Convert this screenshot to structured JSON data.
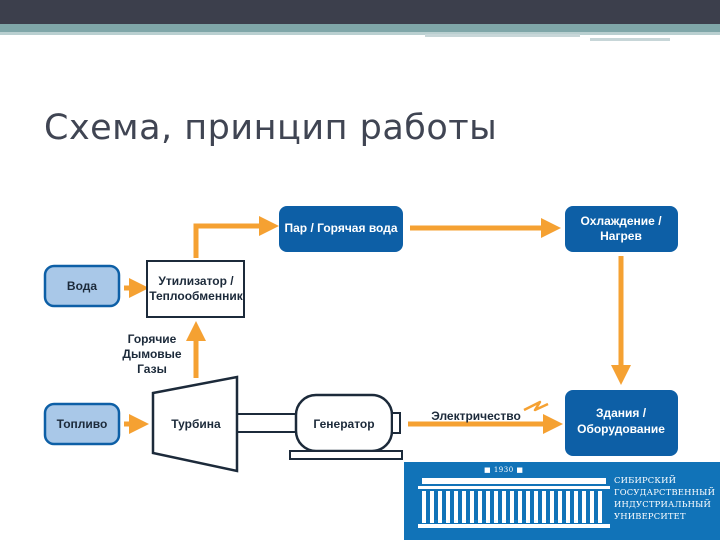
{
  "slide": {
    "title": "Схема, принцип работы"
  },
  "diagram": {
    "nodes": {
      "voda": "Вода",
      "utilizator_line1": "Утилизатор /",
      "utilizator_line2": "Теплообменник",
      "par": "Пар / Горячая вода",
      "ohlazhdenie_line1": "Охлаждение /",
      "ohlazhdenie_line2": "Нагрев",
      "toplivo": "Топливо",
      "turbina": "Турбина",
      "generator": "Генератор",
      "zdaniya_line1": "Здания /",
      "zdaniya_line2": "Оборудование"
    },
    "labels": {
      "gases_line1": "Горячие",
      "gases_line2": "Дымовые",
      "gases_line3": "Газы",
      "electricity": "Электричество"
    },
    "colors": {
      "node_fill": "#0d5fa6",
      "light_node_fill": "#a9c8e8",
      "arrow": "#f5a132",
      "outline": "#1c2a3a"
    }
  },
  "logo": {
    "year": "■ 1930 ■",
    "line1": "СИБИРСКИЙ",
    "line2": "ГОСУДАРСТВЕННЫЙ",
    "line3": "ИНДУСТРИАЛЬНЫЙ",
    "line4": "УНИВЕРСИТЕТ",
    "background": "#1173b8"
  }
}
